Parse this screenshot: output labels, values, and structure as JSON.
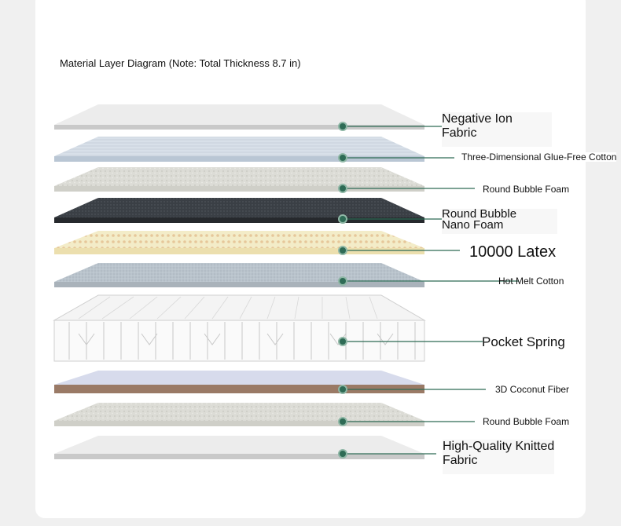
{
  "title": "Material Layer Diagram (Note: Total Thickness 8.7 in)",
  "layers": [
    {
      "label": "Negative Ion\nFabric",
      "icon": "fabric-layer-icon"
    },
    {
      "label": "Three-Dimensional Glue-Free Cotton",
      "icon": "cotton-layer-icon"
    },
    {
      "label": "Round Bubble Foam",
      "icon": "foam-layer-icon"
    },
    {
      "label": "Round Bubble\nNano Foam",
      "icon": "nano-foam-layer-icon"
    },
    {
      "label": "10000 Latex",
      "icon": "latex-layer-icon"
    },
    {
      "label": "Hot Melt Cotton",
      "icon": "cotton-layer-icon"
    },
    {
      "label": "Pocket Spring",
      "icon": "spring-layer-icon"
    },
    {
      "label": "3D Coconut Fiber",
      "icon": "coconut-fiber-layer-icon"
    },
    {
      "label": "Round Bubble Foam",
      "icon": "foam-layer-icon"
    },
    {
      "label": "High-Quality Knitted\nFabric",
      "icon": "fabric-layer-icon"
    }
  ],
  "colors": {
    "marker": "#2e6b55",
    "leader": "#2e6b55",
    "latex": "#f3ecc8",
    "nano_foam": "#3c4147",
    "coconut": "#9a7a66",
    "blue_cotton": "#d9e1ea"
  }
}
